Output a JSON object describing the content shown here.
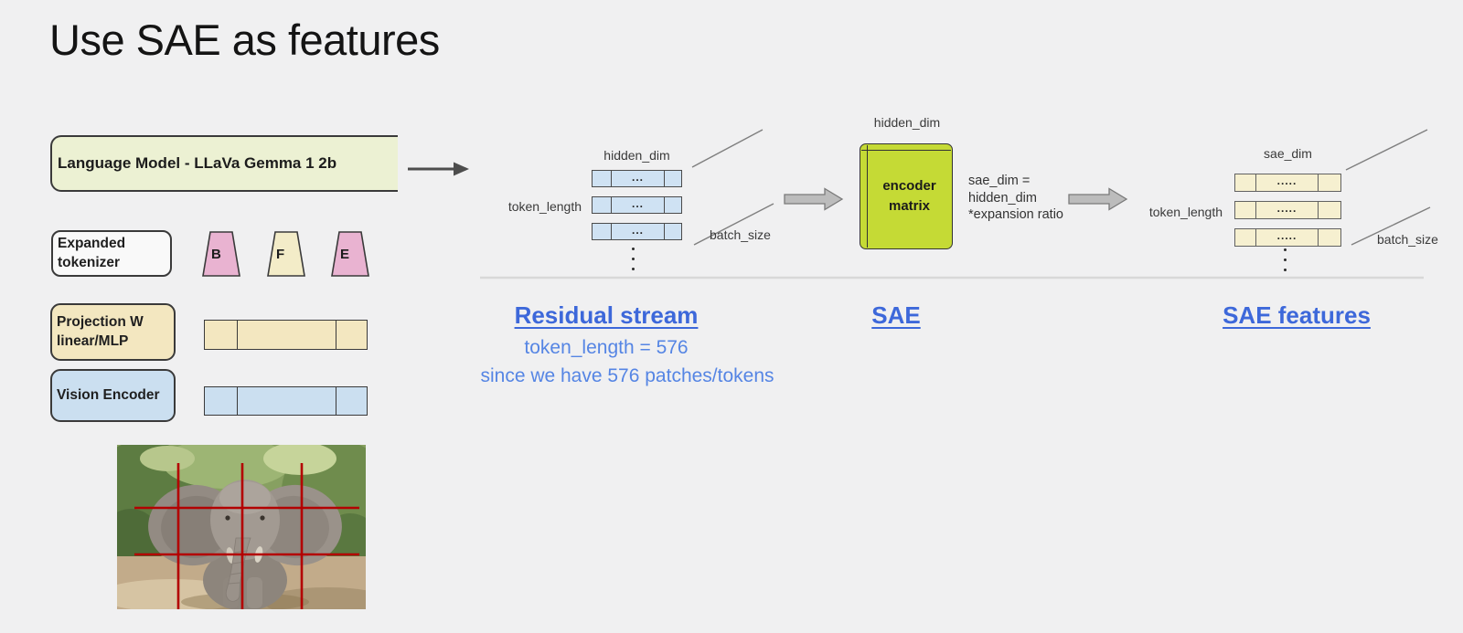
{
  "slide": {
    "title": "Use SAE as features"
  },
  "pipeline": {
    "language_model": {
      "label": "Language Model - LLaVa Gemma 1 2b"
    },
    "tokenizer": {
      "line1": "Expanded",
      "line2": "tokenizer",
      "tokens": [
        "B",
        "F",
        "E"
      ]
    },
    "projection": {
      "line1": "Projection W",
      "line2": "linear/MLP"
    },
    "vision_encoder": {
      "label": "Vision Encoder"
    }
  },
  "residual": {
    "hidden_dim": "hidden_dim",
    "token_length": "token_length",
    "batch_size": "batch_size",
    "cell_dots": "..."
  },
  "sae": {
    "hidden_dim": "hidden_dim",
    "box_line1": "encoder",
    "box_line2": "matrix",
    "formula_line1": "sae_dim =",
    "formula_line2": "hidden_dim",
    "formula_line3": "*expansion ratio"
  },
  "features": {
    "sae_dim": "sae_dim",
    "token_length": "token_length",
    "batch_size": "batch_size",
    "cell_dots": "....."
  },
  "captions": {
    "residual_title": "Residual stream",
    "residual_sub1": "token_length = 576",
    "residual_sub2": "since we have 576 patches/tokens",
    "sae_title": "SAE",
    "features_title": "SAE features"
  },
  "colors": {
    "slide_background": "#f0f0f1",
    "lm_box_fill": "#ecf1d3",
    "tokenizer_fill": "#f9f9f9",
    "projection_fill": "#f3e7c0",
    "vision_fill": "#cbdff0",
    "trapezoid_pink": "#e9b3d1",
    "trapezoid_cream": "#f3ecc8",
    "residual_row_fill": "#cfe2f3",
    "feature_row_fill": "#f6f0d0",
    "encoder_box_fill": "#c5da35",
    "block_arrow_fill": "#b8b8b8",
    "link_blue_bold": "#3d68da",
    "link_blue_light": "#5585e4",
    "grid_red": "#b30000"
  }
}
